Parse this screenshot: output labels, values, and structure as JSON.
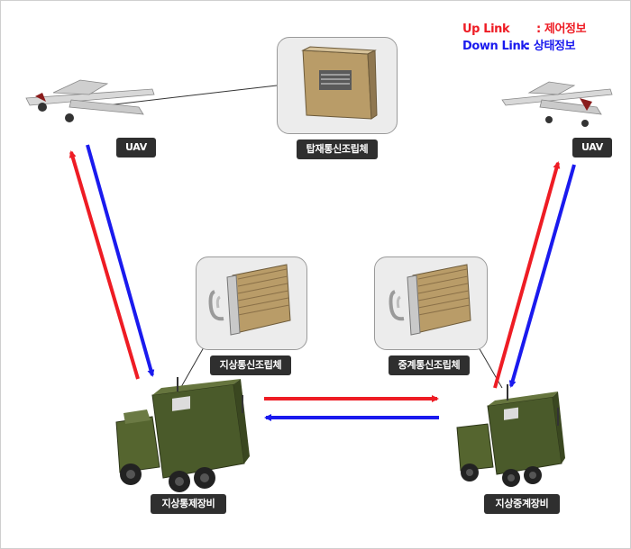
{
  "legend": {
    "uplink": {
      "key": "Up Link",
      "value": ": 제어정보",
      "color": "#ee1c24"
    },
    "downlink": {
      "key": "Down Link",
      "value": ": 상태정보",
      "color": "#1a1aee"
    }
  },
  "labels": {
    "uav_left": "UAV",
    "uav_right": "UAV",
    "onboard_comm": "탑재통신조립체",
    "ground_comm": "지상통신조립체",
    "relay_comm": "중계통신조립체",
    "ground_control": "지상통제장비",
    "ground_relay": "지상중계장비"
  },
  "colors": {
    "uplink": "#ee1c24",
    "downlink": "#1a1aee",
    "vehicle": "#4a5a2a",
    "module": "#b99c68",
    "uav_body": "#d8d8d8"
  },
  "icons": [
    "uav-icon",
    "comm-module-icon",
    "military-truck-icon"
  ]
}
